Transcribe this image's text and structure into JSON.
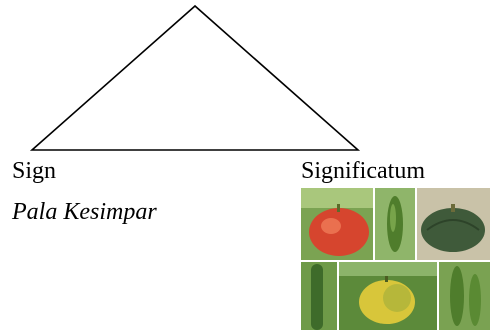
{
  "diagram": {
    "vertex_left_label": "Sign",
    "vertex_left_sublabel": "Pala Kesimpar",
    "vertex_right_label": "Significatum"
  },
  "image": {
    "subject": "collage-of-vegetables",
    "colors": {
      "pumpkin_red": "#d6452e",
      "pumpkin_green": "#3f5a3a",
      "pumpkin_yellow": "#d8c63a",
      "foliage": "#5c8a3a",
      "bitter_gourd": "#4f7d2c"
    }
  }
}
